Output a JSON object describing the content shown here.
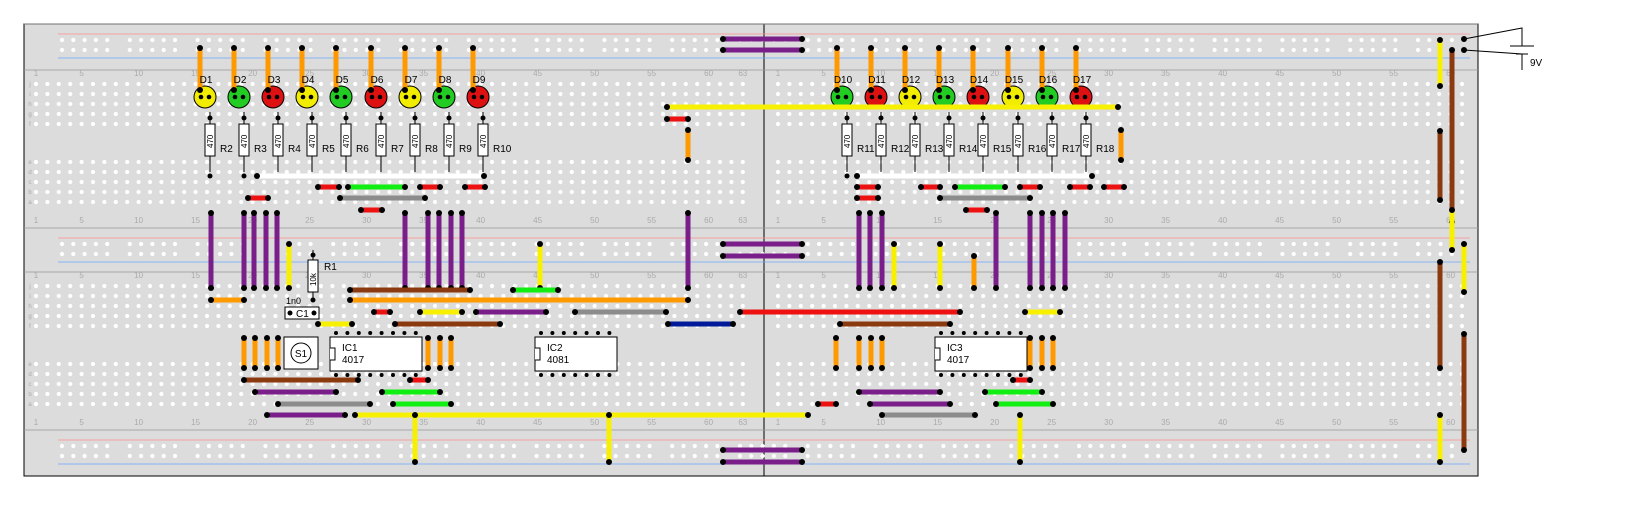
{
  "column_numbers": [
    "1",
    "5",
    "10",
    "15",
    "20",
    "25",
    "30",
    "35",
    "40",
    "45",
    "50",
    "55",
    "60",
    "63"
  ],
  "left_row_letters": [
    "j",
    "i",
    "h",
    "g",
    "f",
    "e",
    "d",
    "c",
    "b",
    "a"
  ],
  "power_source": {
    "label": "9V"
  },
  "leds": [
    {
      "label": "D1",
      "color": "#f2ec00"
    },
    {
      "label": "D2",
      "color": "#22cc22"
    },
    {
      "label": "D3",
      "color": "#dd1111"
    },
    {
      "label": "D4",
      "color": "#f2ec00"
    },
    {
      "label": "D5",
      "color": "#22cc22"
    },
    {
      "label": "D6",
      "color": "#dd1111"
    },
    {
      "label": "D7",
      "color": "#f2ec00"
    },
    {
      "label": "D8",
      "color": "#22cc22"
    },
    {
      "label": "D9",
      "color": "#dd1111"
    },
    {
      "label": "D10",
      "color": "#22cc22"
    },
    {
      "label": "D11",
      "color": "#dd1111"
    },
    {
      "label": "D12",
      "color": "#f2ec00"
    },
    {
      "label": "D13",
      "color": "#22cc22"
    },
    {
      "label": "D14",
      "color": "#dd1111"
    },
    {
      "label": "D15",
      "color": "#f2ec00"
    },
    {
      "label": "D16",
      "color": "#22cc22"
    },
    {
      "label": "D17",
      "color": "#dd1111"
    }
  ],
  "resistors": [
    {
      "label": "R2",
      "value": "470"
    },
    {
      "label": "R3",
      "value": "470"
    },
    {
      "label": "R4",
      "value": "470"
    },
    {
      "label": "R5",
      "value": "470"
    },
    {
      "label": "R6",
      "value": "470"
    },
    {
      "label": "R7",
      "value": "470"
    },
    {
      "label": "R8",
      "value": "470"
    },
    {
      "label": "R9",
      "value": "470"
    },
    {
      "label": "R10",
      "value": "470"
    },
    {
      "label": "R11",
      "value": "470"
    },
    {
      "label": "R12",
      "value": "470"
    },
    {
      "label": "R13",
      "value": "470"
    },
    {
      "label": "R14",
      "value": "470"
    },
    {
      "label": "R15",
      "value": "470"
    },
    {
      "label": "R16",
      "value": "470"
    },
    {
      "label": "R17",
      "value": "470"
    },
    {
      "label": "R18",
      "value": "470"
    }
  ],
  "r1": {
    "label": "R1",
    "value": "10k"
  },
  "c1": {
    "label": "C1",
    "value": "1n0"
  },
  "s1": {
    "label": "S1"
  },
  "ics": [
    {
      "ref": "IC1",
      "part": "4017"
    },
    {
      "ref": "IC2",
      "part": "4081"
    },
    {
      "ref": "IC3",
      "part": "4017"
    }
  ],
  "wire_colors": {
    "orange": "#ff9900",
    "purple": "#7a1f8a",
    "yellow": "#f7f000",
    "red": "#ee1111",
    "green": "#11ee11",
    "gray": "#8c8c8c",
    "brown": "#8b3a10",
    "blue": "#001a99",
    "white": "#ffffff"
  }
}
